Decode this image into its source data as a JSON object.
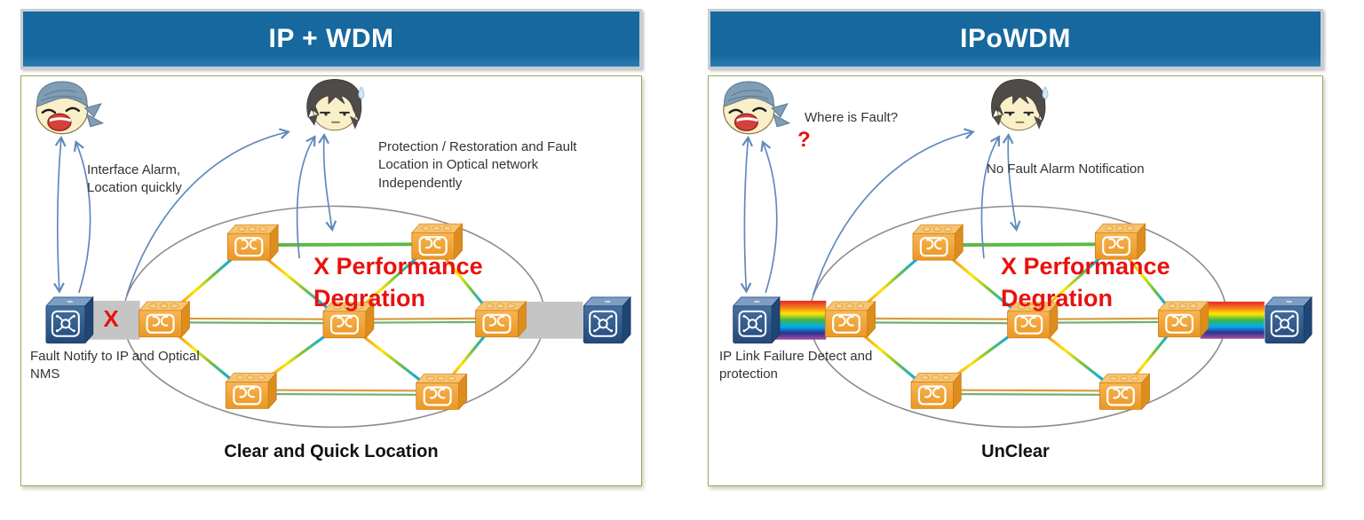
{
  "colors": {
    "header_blue": "#17689E",
    "header_border": "#C7CDD2",
    "panel_border": "#9AAB5E",
    "arrow_blue": "#6089BD",
    "accent_red": "#E8120F",
    "node_orange": "#F2A437",
    "router_blue": "#33608F",
    "gray_link": "#C5C5C5",
    "green_link": "#5CB949",
    "olive_link": "#D99A3E",
    "teal_link": "#6FAF6E",
    "ellipse_gray": "#8C8C8C",
    "text_dark": "#333333"
  },
  "rainbow_stops": [
    "#EC5AA0",
    "#F7941D",
    "#FFE600",
    "#6FBE44",
    "#00AEEF",
    "#B04FC4"
  ],
  "panels": [
    {
      "title": "IP + WDM",
      "noc_label": "Interface Alarm,\nLocation quickly",
      "field_label": "Protection / Restoration and Fault\nLocation in Optical network\nIndependently",
      "degradation_label": "X Performance\nDegration",
      "link_fault_mark": "X",
      "router_note": "Fault Notify to IP and Optical\nNMS",
      "caption": "Clear and Quick Location"
    },
    {
      "title": "IPoWDM",
      "noc_label": "Where is Fault?",
      "question_mark": "?",
      "field_label": "No Fault Alarm Notification",
      "degradation_label": "X Performance\nDegration",
      "router_note": "IP Link Failure Detect and\nprotection",
      "caption": "UnClear"
    }
  ]
}
